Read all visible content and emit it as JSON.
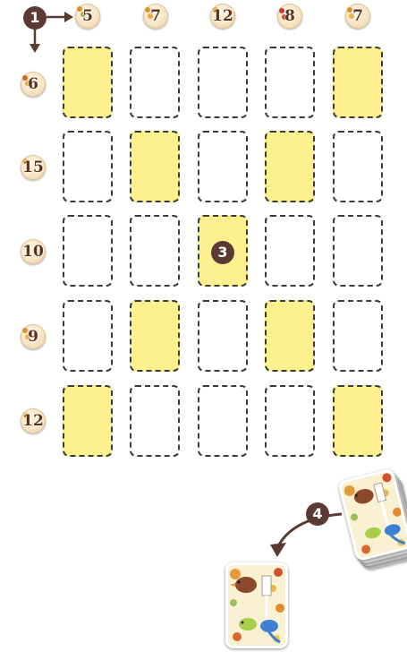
{
  "steps": {
    "one": "1",
    "three": "3",
    "four": "4"
  },
  "column_targets": [
    "5",
    "7",
    "12",
    "8",
    "7"
  ],
  "row_targets": [
    "6",
    "15",
    "10",
    "9",
    "12"
  ],
  "grid_filled": [
    [
      true,
      false,
      false,
      false,
      true
    ],
    [
      false,
      true,
      false,
      true,
      false
    ],
    [
      false,
      false,
      true,
      false,
      false
    ],
    [
      false,
      true,
      false,
      true,
      false
    ],
    [
      true,
      false,
      false,
      false,
      true
    ]
  ],
  "colors": {
    "filled_slot": "#fdf08f",
    "step_badge": "#5b3a33",
    "token_text": "#5a3320",
    "arrow": "#5b3a33"
  },
  "icons": [
    "arrow-right-icon",
    "arrow-down-icon",
    "curved-arrow-icon",
    "bird-card-illustration"
  ]
}
